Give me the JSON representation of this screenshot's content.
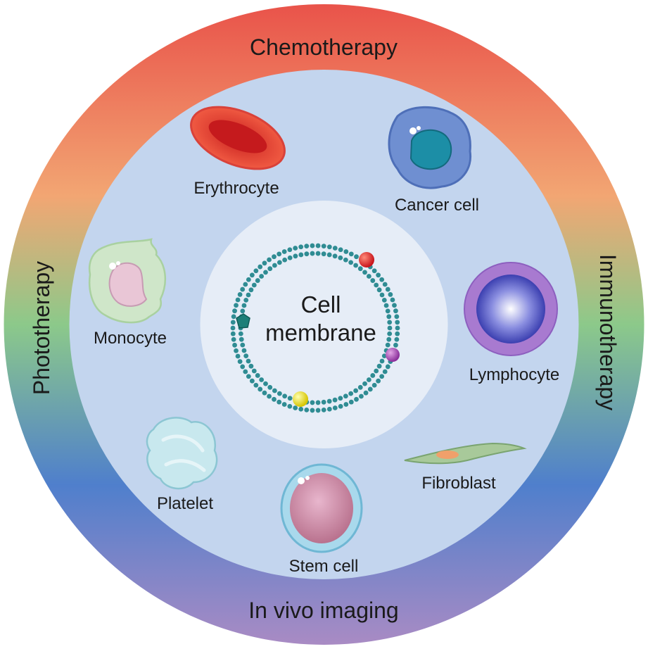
{
  "ring": {
    "top": "Chemotherapy",
    "right": "Immunotherapy",
    "bottom": "In vivo imaging",
    "left": "Phototherapy"
  },
  "center": {
    "line1": "Cell",
    "line2": "membrane"
  },
  "cells": {
    "erythrocyte": "Erythrocyte",
    "cancer_cell": "Cancer cell",
    "lymphocyte": "Lymphocyte",
    "fibroblast": "Fibroblast",
    "stem_cell": "Stem cell",
    "platelet": "Platelet",
    "monocyte": "Monocyte"
  },
  "colors": {
    "ring_top": "#e9534a",
    "ring_upper": "#f2a673",
    "ring_middle": "#8cc98a",
    "ring_lower": "#4f7fcc",
    "ring_bottom": "#a98bc4",
    "inner_disc": "#c3d5ee",
    "center_disc": "#e6edf7",
    "membrane": "#2f8c93"
  }
}
